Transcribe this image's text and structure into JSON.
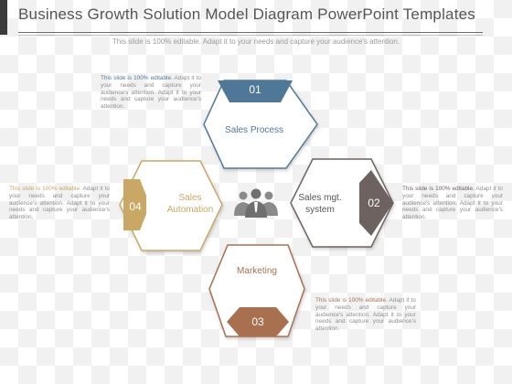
{
  "header": {
    "title": "Business Growth Solution Model Diagram PowerPoint Templates",
    "subtitle": "This slide is 100% editable. Adapt it to your needs and capture your audience's attention."
  },
  "colors": {
    "blue": "#4f7898",
    "tan": "#c9a865",
    "brown": "#a8704e",
    "grey": "#6d625f",
    "people": "#8a8a8a"
  },
  "steps": [
    {
      "number": "01",
      "label": "Sales Process",
      "color": "#4f7898"
    },
    {
      "number": "02",
      "label": "Sales mgt. system",
      "label_lines": [
        "Sales mgt.",
        "system"
      ],
      "color": "#6d625f"
    },
    {
      "number": "03",
      "label": "Marketing",
      "color": "#a8704e"
    },
    {
      "number": "04",
      "label": "Sales Automation",
      "label_lines": [
        "Sales",
        "Automation"
      ],
      "color": "#c9a865"
    }
  ],
  "center_icon": "people-group-icon",
  "notes": [
    {
      "head": "This slide is 100% editable.",
      "body": "Adapt it to your needs and capture your audience's attention. Adapt it to your needs and capture your audience's attention.",
      "color": "#4f7898"
    },
    {
      "head": "This slide is 100% editable.",
      "body": "Adapt it to your needs and capture your audience's attention. Adapt it to your needs and capture your audience's attention.",
      "color": "#c9a865"
    },
    {
      "head": "This slide is 100% editable.",
      "body": "Adapt it to your needs and capture your audience's attention. Adapt it to your needs and capture your audience's attention.",
      "color": "#6d625f"
    },
    {
      "head": "This slide is 100% editable.",
      "body": "Adapt it to your needs and capture your audience's attention. Adapt it to your needs and capture your audience's attention.",
      "color": "#a8704e"
    }
  ]
}
